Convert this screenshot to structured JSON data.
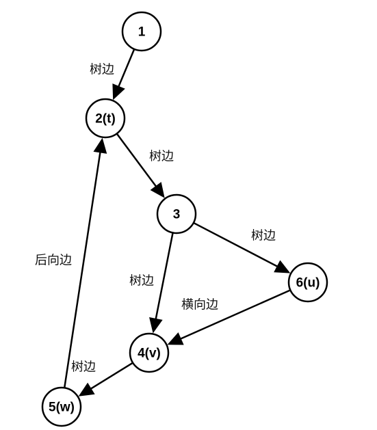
{
  "nodes": [
    {
      "id": "n1",
      "label": "1"
    },
    {
      "id": "n2",
      "label": "2(t)"
    },
    {
      "id": "n3",
      "label": "3"
    },
    {
      "id": "n4",
      "label": "4(v)"
    },
    {
      "id": "n5",
      "label": "5(w)"
    },
    {
      "id": "n6",
      "label": "6(u)"
    }
  ],
  "edges": [
    {
      "from": "n1",
      "to": "n2",
      "label": "树边"
    },
    {
      "from": "n2",
      "to": "n3",
      "label": "树边"
    },
    {
      "from": "n3",
      "to": "n6",
      "label": "树边"
    },
    {
      "from": "n3",
      "to": "n4",
      "label": "树边"
    },
    {
      "from": "n6",
      "to": "n4",
      "label": "横向边"
    },
    {
      "from": "n4",
      "to": "n5",
      "label": "树边"
    },
    {
      "from": "n5",
      "to": "n2",
      "label": "后向边"
    }
  ]
}
